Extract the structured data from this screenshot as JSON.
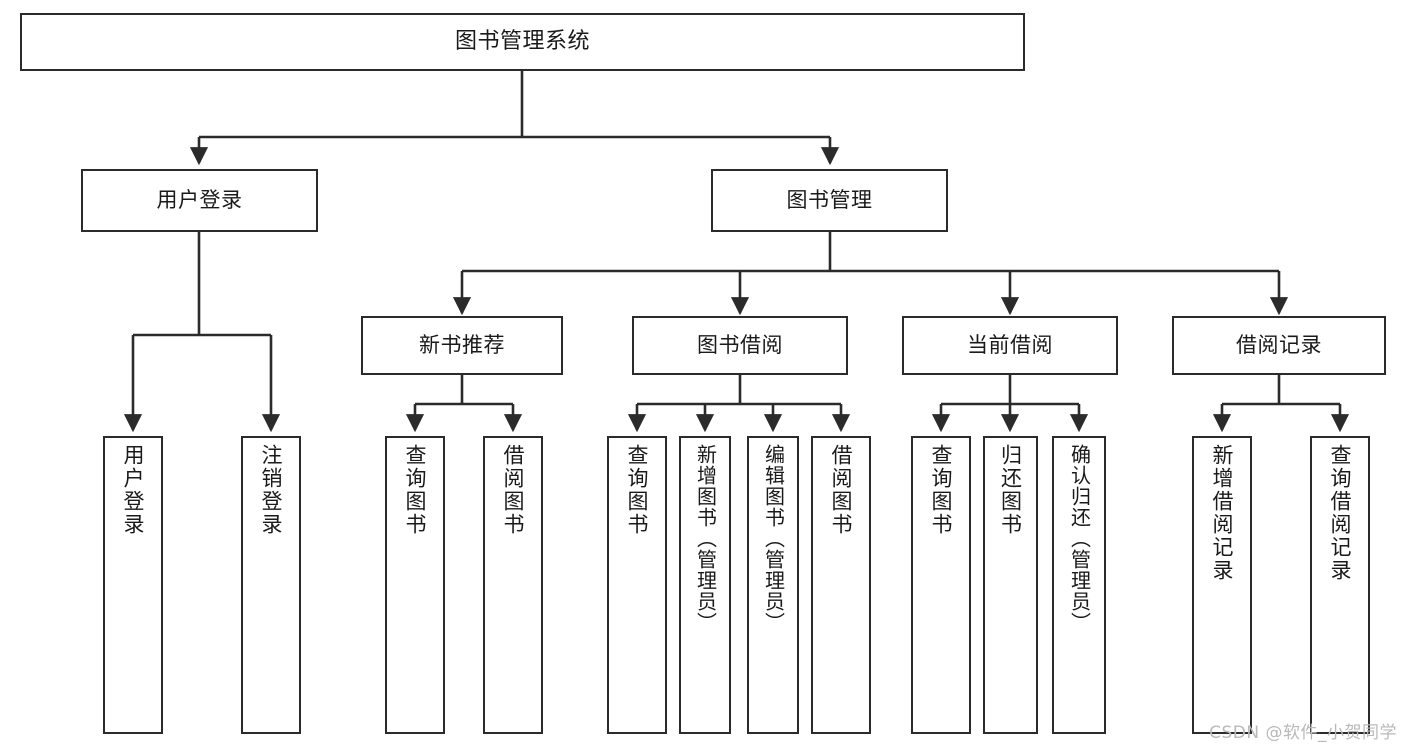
{
  "diagram": {
    "title": "图书管理系统",
    "type": "tree",
    "watermark": "CSDN @软件_小贺同学",
    "line_color": "#2b2b2b",
    "box_fill": "#ffffff",
    "text_color": "#1a1a1a"
  },
  "nodes": {
    "root": {
      "label": "图书管理系统"
    },
    "level2": {
      "user_login": {
        "label": "用户登录"
      },
      "book_manage": {
        "label": "图书管理"
      }
    },
    "level3": {
      "new_book_rec": {
        "label": "新书推荐"
      },
      "book_borrow": {
        "label": "图书借阅"
      },
      "current_borrow": {
        "label": "当前借阅"
      },
      "borrow_record": {
        "label": "借阅记录"
      }
    },
    "leaves": {
      "user_login_children": [
        {
          "label": "用户登录"
        },
        {
          "label": "注销登录"
        }
      ],
      "new_book_rec_children": [
        {
          "label": "查询图书"
        },
        {
          "label": "借阅图书"
        }
      ],
      "book_borrow_children": [
        {
          "label": "查询图书"
        },
        {
          "label": "新增图书（管理员）"
        },
        {
          "label": "编辑图书（管理员）"
        },
        {
          "label": "借阅图书"
        }
      ],
      "current_borrow_children": [
        {
          "label": "查询图书"
        },
        {
          "label": "归还图书"
        },
        {
          "label": "确认归还（管理员）"
        }
      ],
      "borrow_record_children": [
        {
          "label": "新增借阅记录"
        },
        {
          "label": "查询借阅记录"
        }
      ]
    }
  }
}
